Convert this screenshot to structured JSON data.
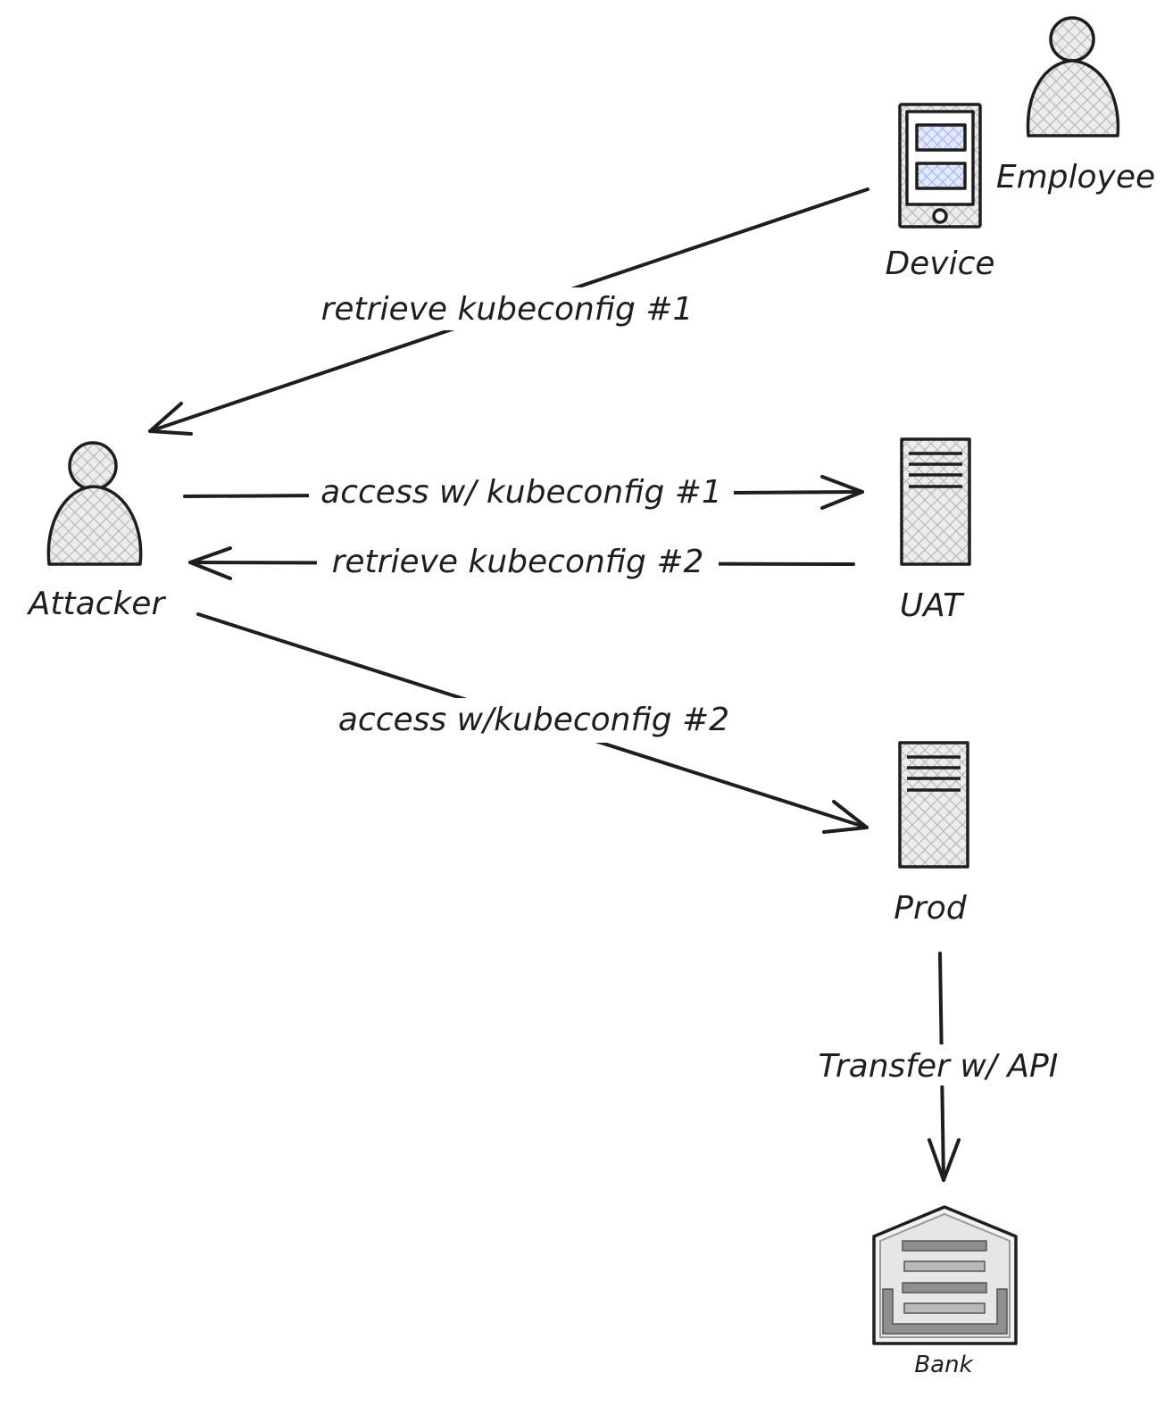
{
  "nodes": {
    "employee": "Employee",
    "device": "Device",
    "attacker": "Attacker",
    "uat": "UAT",
    "prod": "Prod",
    "bank": "Bank"
  },
  "edges": {
    "device_to_attacker": "retrieve kubeconfig #1",
    "attacker_to_uat": "access w/ kubeconfig #1",
    "uat_to_attacker": "retrieve kubeconfig #2",
    "attacker_to_prod": "access w/kubeconfig #2",
    "prod_to_bank": "Transfer w/ API"
  },
  "colors": {
    "stroke": "#1e1e1e",
    "hatch_fill": "#e9e9e9",
    "hatch_line": "#b8b8b8",
    "screen_fill": "#dbe4ff",
    "bank_fill": "#f1f1f1",
    "bank_bar": "#9a9a9a"
  },
  "icons": {
    "employee": "person-icon",
    "attacker": "person-icon",
    "device": "mobile-device-icon",
    "uat": "server-icon",
    "prod": "server-icon",
    "bank": "bank-building-icon"
  }
}
